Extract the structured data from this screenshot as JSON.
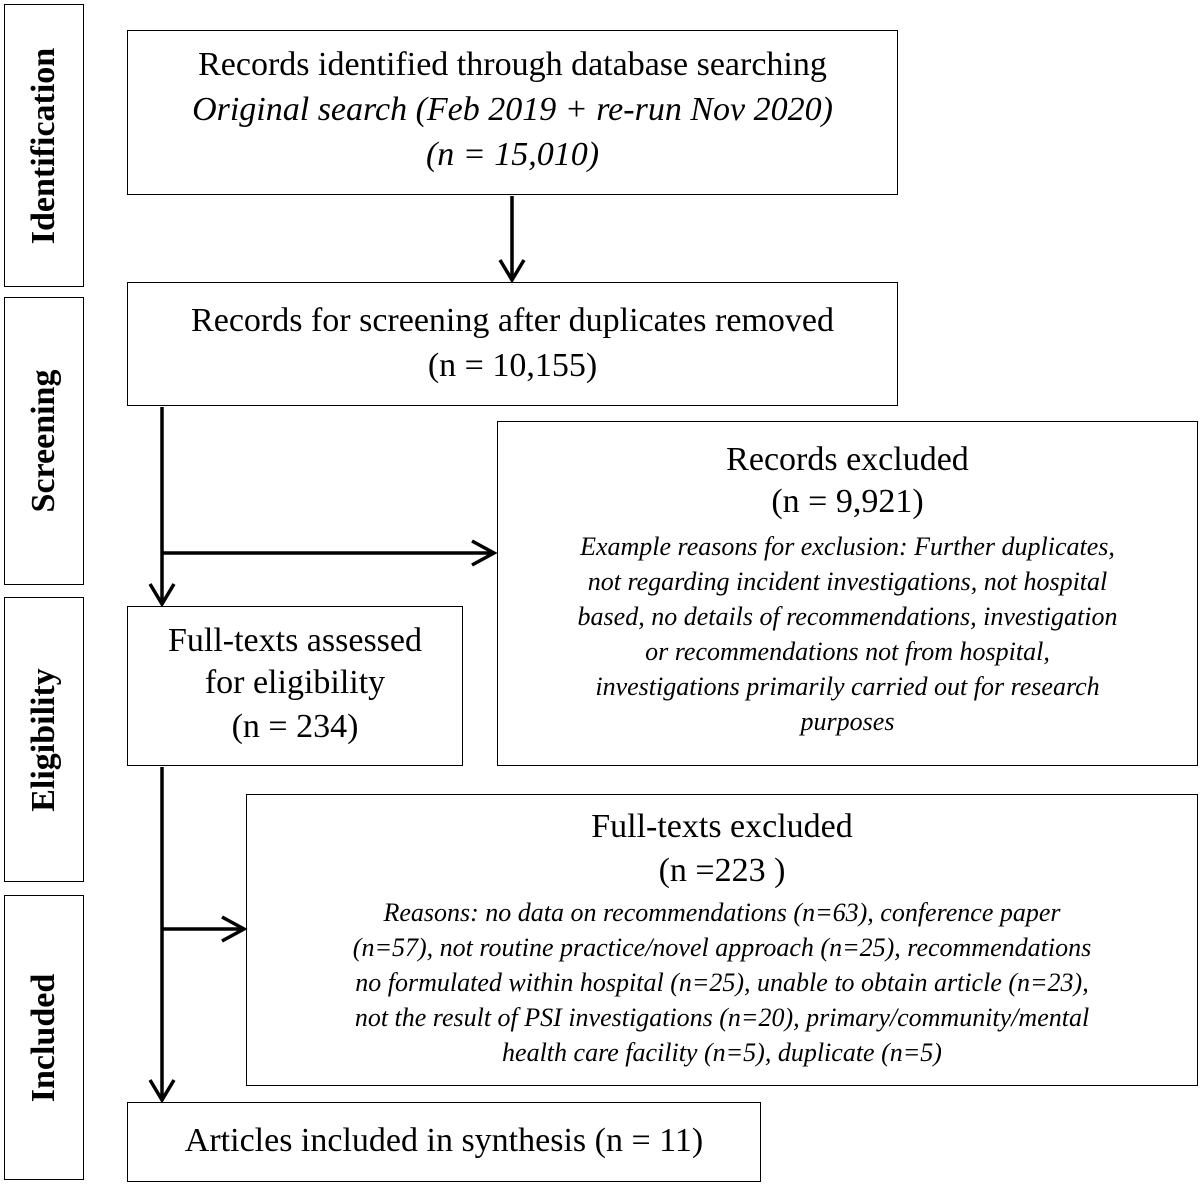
{
  "stages": {
    "identification": "Identification",
    "screening": "Screening",
    "eligibility": "Eligibility",
    "included": "Included"
  },
  "identified": {
    "line1": "Records identified through database searching",
    "line2": "Original search (Feb 2019 + re-run Nov 2020)",
    "count": "(n = 15,010)"
  },
  "screening": {
    "line1": "Records for screening after duplicates removed",
    "count": "(n = 10,155)"
  },
  "records_excluded": {
    "title": "Records excluded",
    "count": "(n = 9,921)",
    "reasons": [
      "Example reasons for exclusion: Further duplicates,",
      "not regarding incident investigations, not hospital",
      "based, no details of recommendations, investigation",
      "or recommendations not from hospital,",
      "investigations primarily carried out for research",
      "purposes"
    ]
  },
  "fulltext": {
    "line1": "Full-texts assessed",
    "line2": "for eligibility",
    "count": "(n = 234)"
  },
  "fulltext_excluded": {
    "title": "Full-texts excluded",
    "count": "(n =223 )",
    "reasons": [
      "Reasons: no data on recommendations (n=63), conference paper",
      "(n=57), not routine practice/novel approach (n=25), recommendations",
      "no formulated within hospital (n=25), unable to obtain article (n=23),",
      "not the result of PSI investigations (n=20), primary/community/mental",
      "health care facility (n=5), duplicate (n=5)"
    ]
  },
  "included": {
    "line1": "Articles included in synthesis (n = 11)"
  }
}
